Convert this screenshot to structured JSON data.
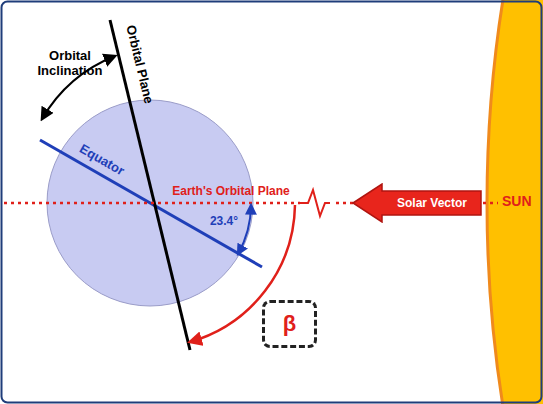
{
  "diagram": {
    "nodes": [
      {
        "text": [
          "Solar Vector"
        ]
      },
      {
        "text": [
          "SUN"
        ]
      },
      {
        "text": [
          "β"
        ]
      }
    ],
    "labels": [
      "Orbital Inclination",
      "Orbital Plane",
      "Equator",
      "Earth's Orbital Plane",
      "23.4°"
    ]
  }
}
